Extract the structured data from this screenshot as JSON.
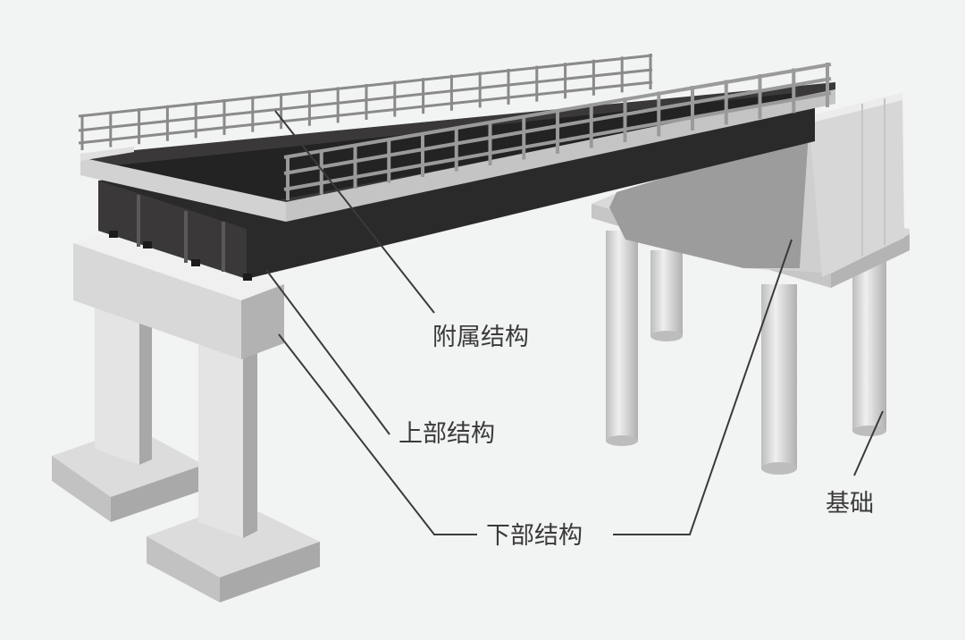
{
  "labels": {
    "accessory": "附属结构",
    "superstructure": "上部结构",
    "substructure": "下部结构",
    "foundation": "基础"
  },
  "colors": {
    "background": "#f2f3f3",
    "concrete_light": "#e1e1e1",
    "concrete_mid": "#c9c9c9",
    "concrete_dark": "#a9a9a9",
    "steel_dark": "#2b2a2a",
    "railing": "#8a8a8a",
    "leader_line": "#3a3a3a"
  }
}
